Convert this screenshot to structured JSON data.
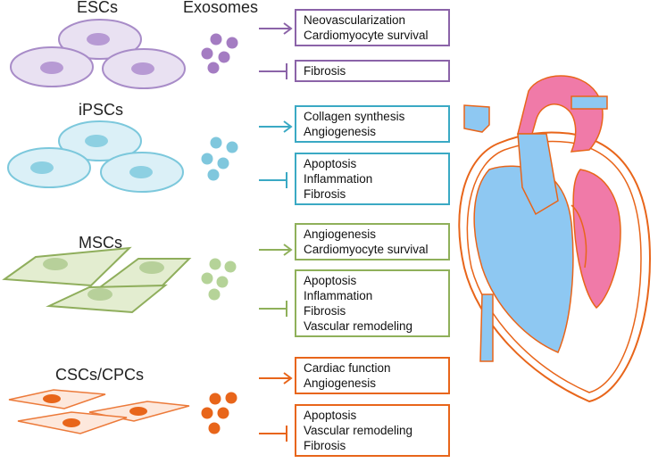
{
  "labels": {
    "esc": "ESCs",
    "exosomes": "Exosomes",
    "ipsc": "iPSCs",
    "msc": "MSCs",
    "csc": "CSCs/CPCs"
  },
  "colors": {
    "esc": "#8b63a8",
    "ipsc": "#3aa9c4",
    "msc": "#8fb05a",
    "csc": "#e8651a",
    "heart_red": "#f07aa8",
    "heart_blue": "#8ec8f2",
    "heart_outline": "#e8651a"
  },
  "boxes": {
    "esc_promote": [
      "Neovascularization",
      "Cardiomyocyte survival"
    ],
    "esc_inhibit": [
      "Fibrosis"
    ],
    "ipsc_promote": [
      "Collagen synthesis",
      "Angiogenesis"
    ],
    "ipsc_inhibit": [
      "Apoptosis",
      "Inflammation",
      "Fibrosis"
    ],
    "msc_promote": [
      "Angiogenesis",
      "Cardiomyocyte survival"
    ],
    "msc_inhibit": [
      "Apoptosis",
      "Inflammation",
      "Fibrosis",
      "Vascular remodeling"
    ],
    "csc_promote": [
      "Cardiac function",
      "Angiogenesis"
    ],
    "csc_inhibit": [
      "Apoptosis",
      "Vascular remodeling",
      "Fibrosis"
    ]
  }
}
